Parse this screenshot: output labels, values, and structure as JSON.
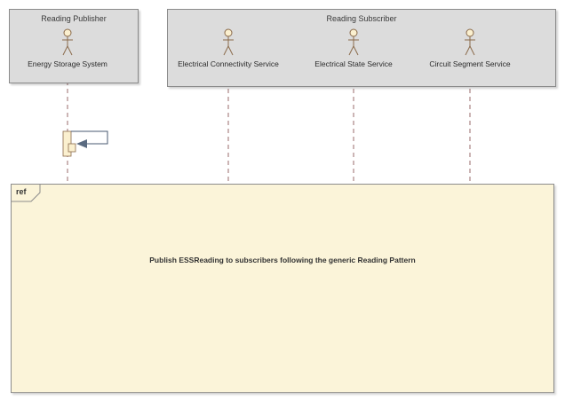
{
  "groups": {
    "publisher": {
      "title": "Reading Publisher"
    },
    "subscriber": {
      "title": "Reading Subscriber"
    }
  },
  "lifelines": [
    {
      "name": "Energy Storage System"
    },
    {
      "name": "Electrical Connectivity Service"
    },
    {
      "name": "Electrical State Service"
    },
    {
      "name": "Circuit Segment Service"
    }
  ],
  "ref_frame": {
    "tag": "ref",
    "text": "Publish ESSReading to subscribers following the generic Reading Pattern"
  },
  "colors": {
    "group_fill": "#dcdcdc",
    "frame_fill": "#fbf4d9",
    "activation_fill": "#fbf0cf",
    "arrow": "#5a6a80"
  }
}
